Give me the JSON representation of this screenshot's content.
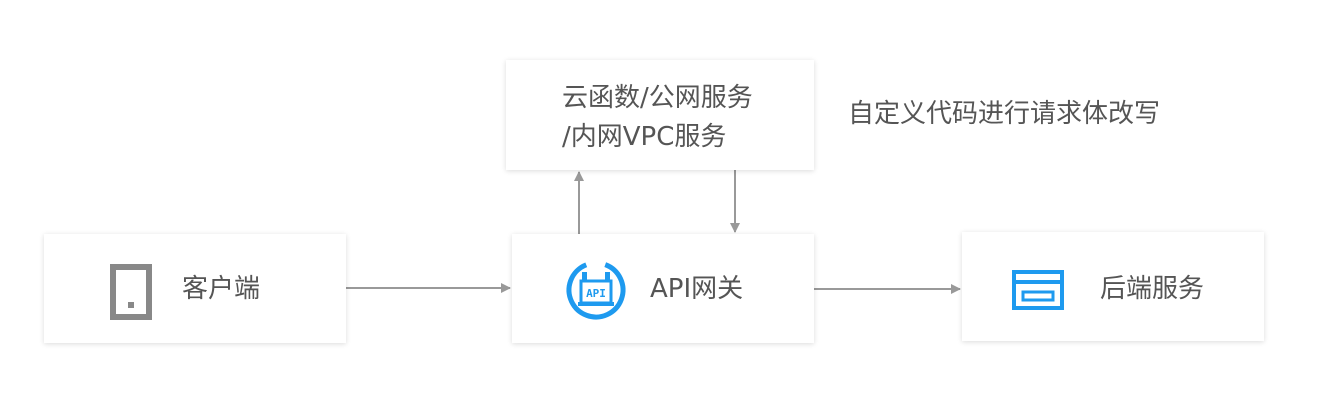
{
  "nodes": {
    "client": {
      "label": "客户端",
      "icon": "mobile-phone-icon"
    },
    "gateway": {
      "label": "API网关",
      "icon": "api-gateway-icon",
      "icon_text": "API"
    },
    "backend": {
      "label": "后端服务",
      "icon": "server-window-icon"
    },
    "function": {
      "line1": "云函数/公网服务",
      "line2": "/内网VPC服务"
    }
  },
  "annotation": {
    "text": "自定义代码进行请求体改写"
  },
  "colors": {
    "text": "#555555",
    "arrow": "#999999",
    "icon_gray": "#888888",
    "icon_blue": "#1e9aef"
  }
}
